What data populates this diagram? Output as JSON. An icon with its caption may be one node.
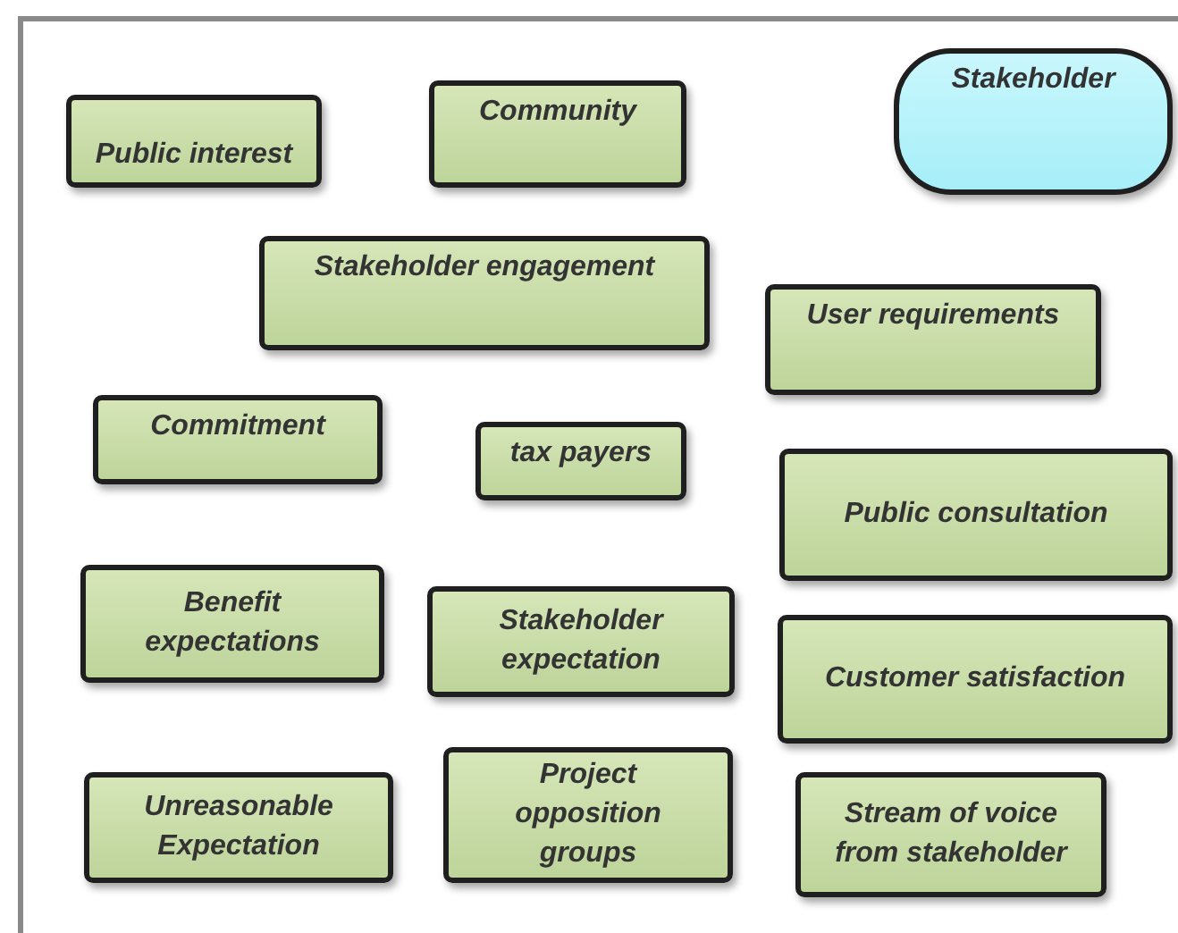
{
  "diagram": {
    "nodes": [
      {
        "text": [
          "Public interest"
        ]
      },
      {
        "text": [
          "Community"
        ]
      },
      {
        "text": [
          "Stakeholder"
        ]
      },
      {
        "text": [
          "Stakeholder engagement"
        ]
      },
      {
        "text": [
          "User requirements"
        ]
      },
      {
        "text": [
          "Commitment"
        ]
      },
      {
        "text": [
          "tax payers"
        ]
      },
      {
        "text": [
          "Public consultation"
        ]
      },
      {
        "text": [
          "Benefit expectations"
        ]
      },
      {
        "text": [
          "Stakeholder expectation"
        ]
      },
      {
        "text": [
          "Customer satisfaction"
        ]
      },
      {
        "text": [
          "Unreasonable Expectation"
        ]
      },
      {
        "text": [
          "Project opposition groups"
        ]
      },
      {
        "text": [
          "Stream of voice from stakeholder"
        ]
      }
    ]
  }
}
